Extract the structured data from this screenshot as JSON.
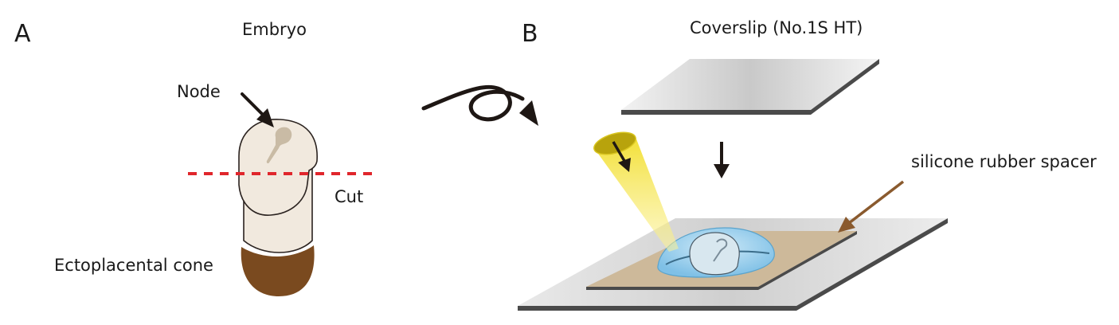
{
  "panels": {
    "a": {
      "letter": "A",
      "title": "Embryo"
    },
    "b": {
      "letter": "B",
      "title": "Coverslip (No.1S HT)"
    }
  },
  "labels": {
    "node": "Node",
    "cut": "Cut",
    "cone": "Ectoplacental cone",
    "spacer": "silicone rubber spacer"
  },
  "colors": {
    "embryo_fill": "#f1e9de",
    "node_fill": "#c9bba5",
    "cone_fill": "#7a4a1f",
    "cut_line": "#e0262c",
    "arrow": "#1e1714",
    "spacer_fill": "#cdb99a",
    "spacer_arrow": "#8a5a2e",
    "medium_drop": "#8ec9ea",
    "light_beam": "#f6e54a"
  },
  "icons": {
    "node_arrow": "arrow-down-right-icon",
    "curl_arrow": "curl-arrow-icon",
    "drop_arrow": "arrow-down-icon"
  }
}
